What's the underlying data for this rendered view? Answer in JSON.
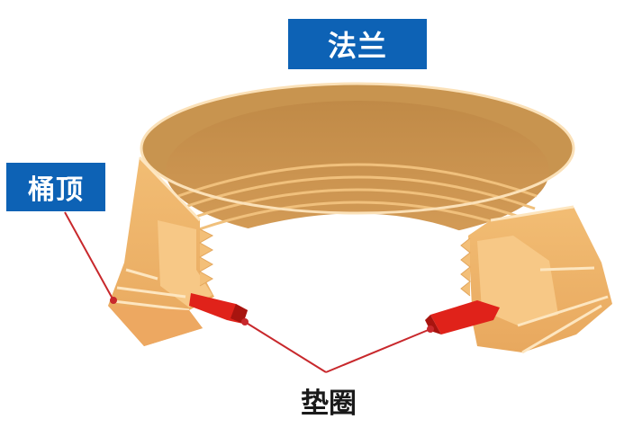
{
  "labels": {
    "flange": "法兰",
    "drum_top": "桶顶",
    "gasket": "垫圈"
  },
  "colors": {
    "label_box": "#0d62b5",
    "flange_body": "#c69552",
    "flange_light": "#f6c27a",
    "flange_edge": "#fde6c0",
    "gasket": "#e0221a",
    "leader_line": "#c8282c",
    "gasket_text": "#1a1a1a"
  }
}
